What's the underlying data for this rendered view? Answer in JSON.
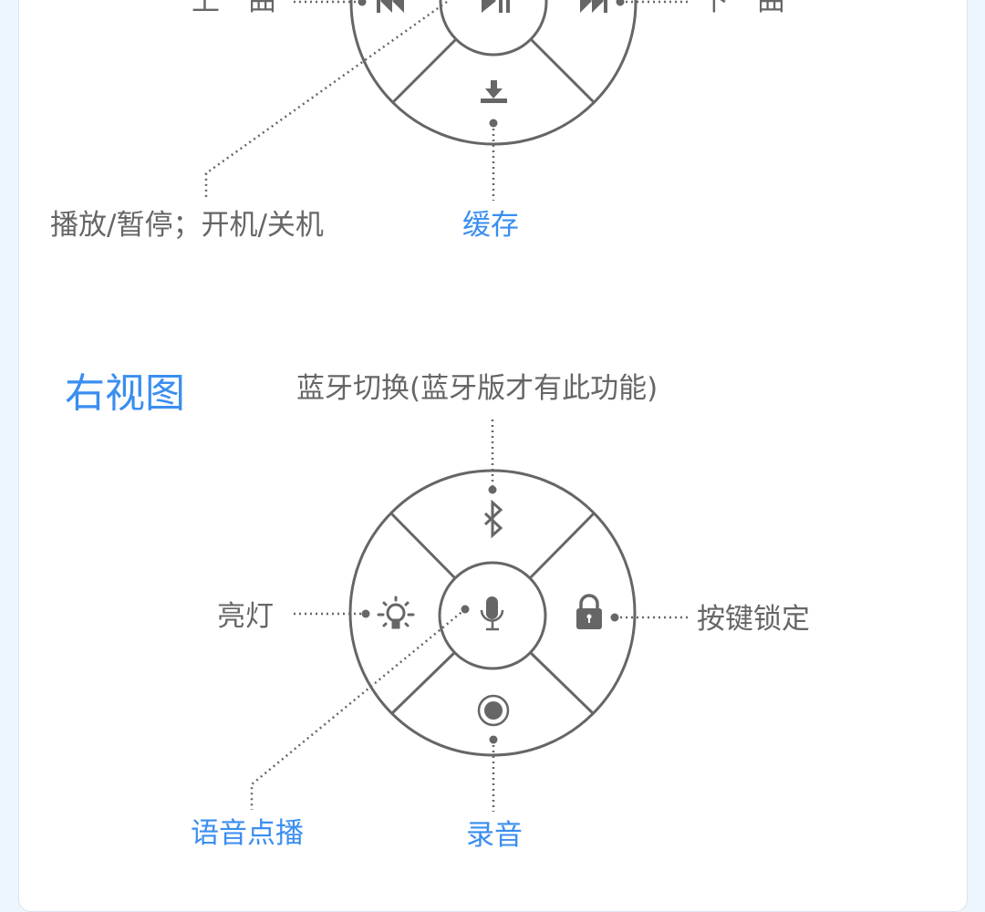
{
  "front_view": {
    "labels": {
      "prev": "上一曲",
      "next": "下一曲",
      "play_power": "播放/暂停；开机/关机",
      "cache": "缓存"
    },
    "icons": [
      "previous-icon",
      "play-pause-icon",
      "next-icon",
      "download-icon"
    ]
  },
  "right_view": {
    "title": "右视图",
    "labels": {
      "bluetooth": "蓝牙切换(蓝牙版才有此功能)",
      "light": "亮灯",
      "lock": "按键锁定",
      "voice": "语音点播",
      "record": "录音"
    },
    "icons": [
      "bluetooth-icon",
      "lightbulb-icon",
      "microphone-icon",
      "lock-icon",
      "record-icon"
    ]
  },
  "colors": {
    "accent": "#3a8ef0",
    "text": "#666666",
    "line": "#666666",
    "background": "#eef6fd"
  }
}
